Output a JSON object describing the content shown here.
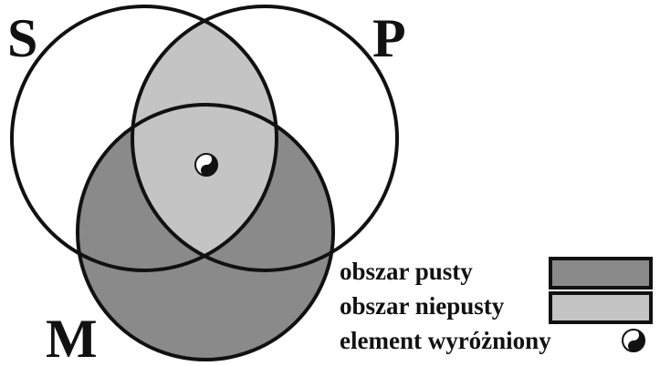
{
  "labels": {
    "s": "S",
    "p": "P",
    "m": "M"
  },
  "legend": {
    "empty_label": "obszar pusty",
    "nonempty_label": "obszar niepusty",
    "element_label": "element wyróżniony"
  },
  "colors": {
    "empty_fill": "#8a8a8a",
    "nonempty_fill": "#c4c4c4",
    "outline": "#111111",
    "background": "#ffffff"
  },
  "icons": {
    "element_marker": "yin-yang-icon"
  }
}
